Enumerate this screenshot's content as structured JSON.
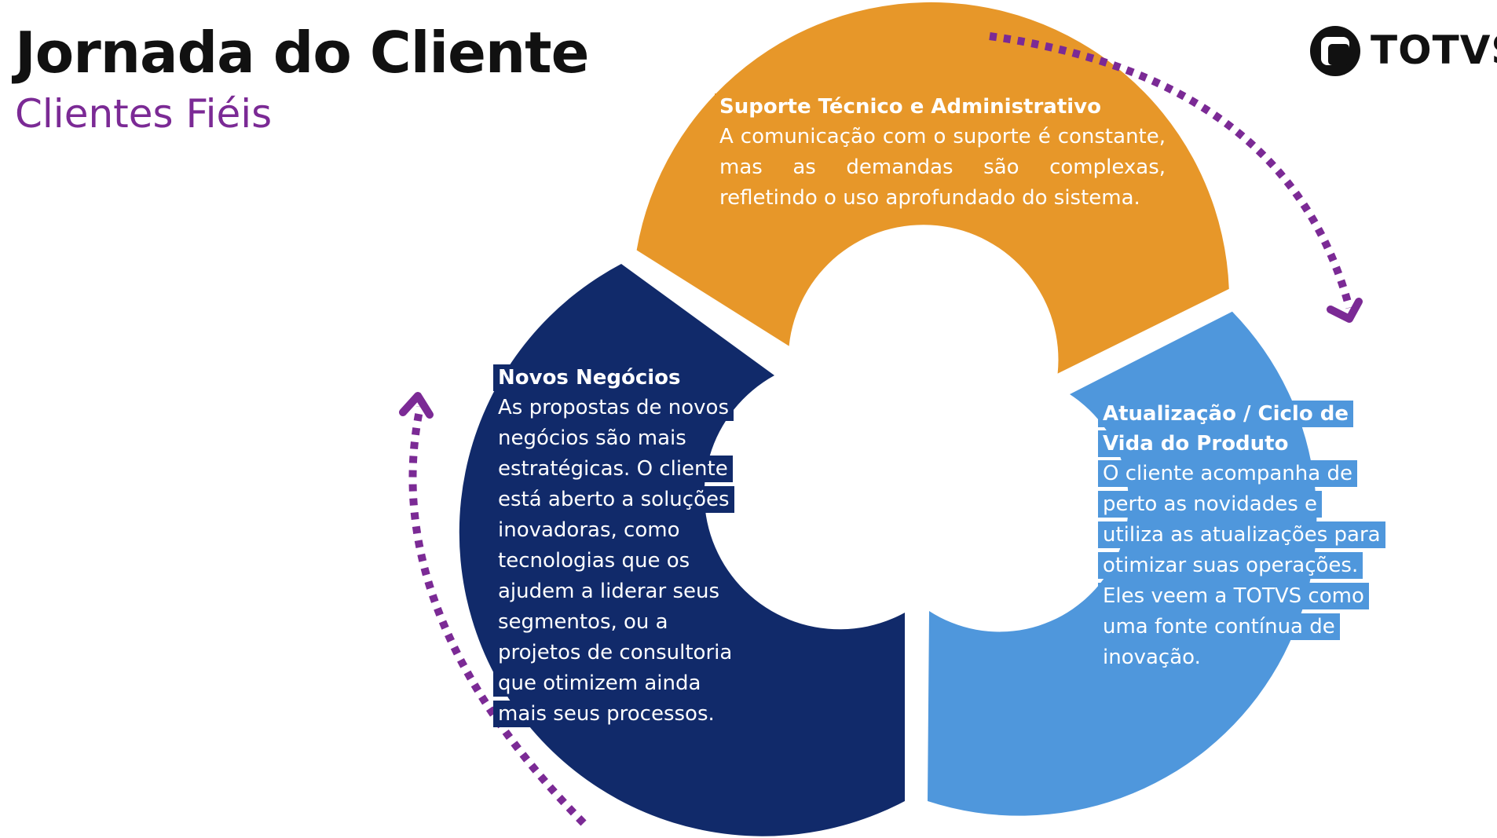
{
  "header": {
    "title": "Jornada do Cliente",
    "subtitle": "Clientes Fiéis"
  },
  "logo": {
    "text": "TOTVS",
    "icon": "totvs-logo-icon"
  },
  "colors": {
    "title": "#111111",
    "subtitle": "#7b2a95",
    "orange": "#e79729",
    "navy": "#112a6a",
    "blue": "#4f97dc",
    "arrow": "#7b2a95"
  },
  "segments": [
    {
      "id": "suporte",
      "heading": "Suporte Técnico e Administrativo",
      "text": "A comunicação com o suporte é constante, mas as demandas são complexas, refletindo o uso aprofundado do sistema."
    },
    {
      "id": "novos",
      "heading": "Novos Negócios",
      "text": "As propostas de novos negócios são mais estratégicas. O cliente está aberto a soluções inovadoras, como tecnologias que os ajudem a liderar seus segmentos, ou a projetos de consultoria que otimizem ainda mais seus processos."
    },
    {
      "id": "atual",
      "heading": "Atualização / Ciclo de Vida do Produto",
      "text": "O cliente acompanha de perto as novidades e utiliza as atualizações para otimizar suas operações. Eles veem a TOTVS como uma fonte contínua de inovação."
    }
  ]
}
